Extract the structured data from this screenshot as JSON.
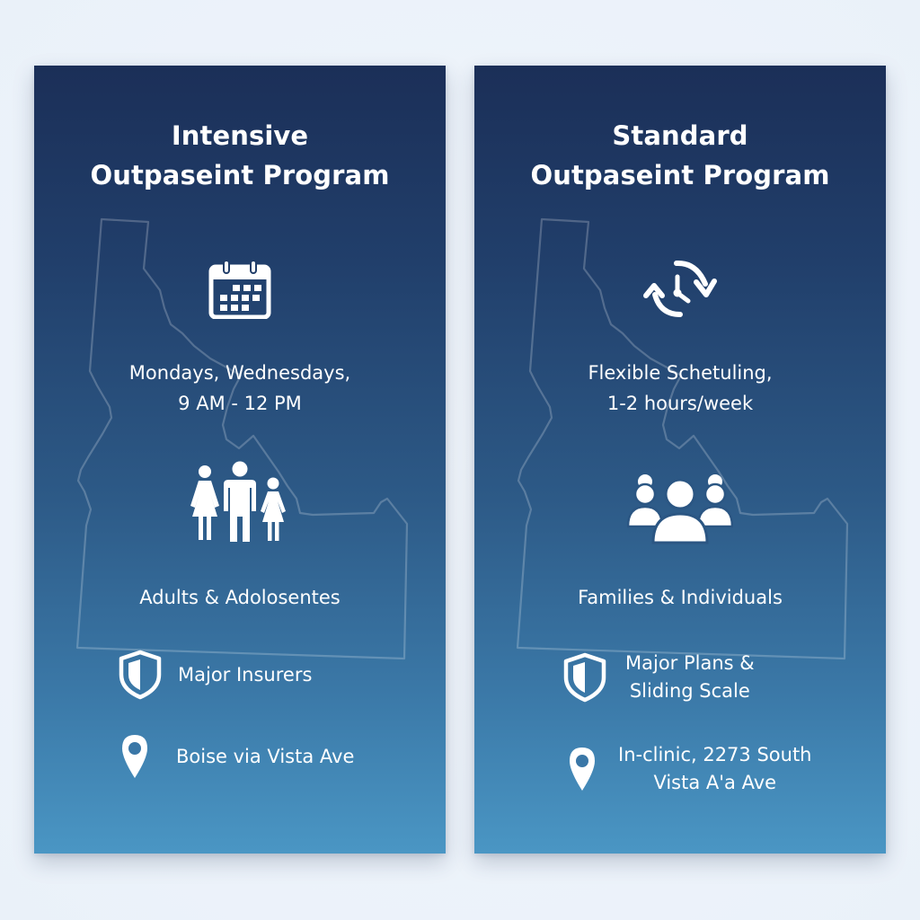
{
  "colors": {
    "background": "#edf3fa",
    "card_gradient_top": "#1b2f58",
    "card_gradient_bottom": "#4a96c4",
    "text": "#ffffff",
    "outline": "rgba(255,255,255,0.22)"
  },
  "cards": [
    {
      "id": "intensive",
      "title_line1": "Intensive",
      "title_line2": "Outpaseint Program",
      "schedule_icon": "calendar-icon",
      "schedule_line1": "Mondays, Wednesdays,",
      "schedule_line2": "9 AM - 12 PM",
      "audience_icon": "family-icon",
      "audience": "Adults & Adolosentes",
      "insurance_icon": "shield-icon",
      "insurance_line1": "Major Insurers",
      "location_icon": "map-pin-icon",
      "location_line1": "Boise via Vista Ave"
    },
    {
      "id": "standard",
      "title_line1": "Standard",
      "title_line2": "Outpaseint Program",
      "schedule_icon": "clock-cycle-icon",
      "schedule_line1": "Flexible Schetuling,",
      "schedule_line2": "1-2 hours/week",
      "audience_icon": "group-icon",
      "audience": "Families & Individuals",
      "insurance_icon": "shield-icon",
      "insurance_line1": "Major Plans &",
      "insurance_line2": "Sliding Scale",
      "location_icon": "map-pin-icon",
      "location_line1": "In-clinic, 2273 South",
      "location_line2": "Vista A'a Ave"
    }
  ]
}
